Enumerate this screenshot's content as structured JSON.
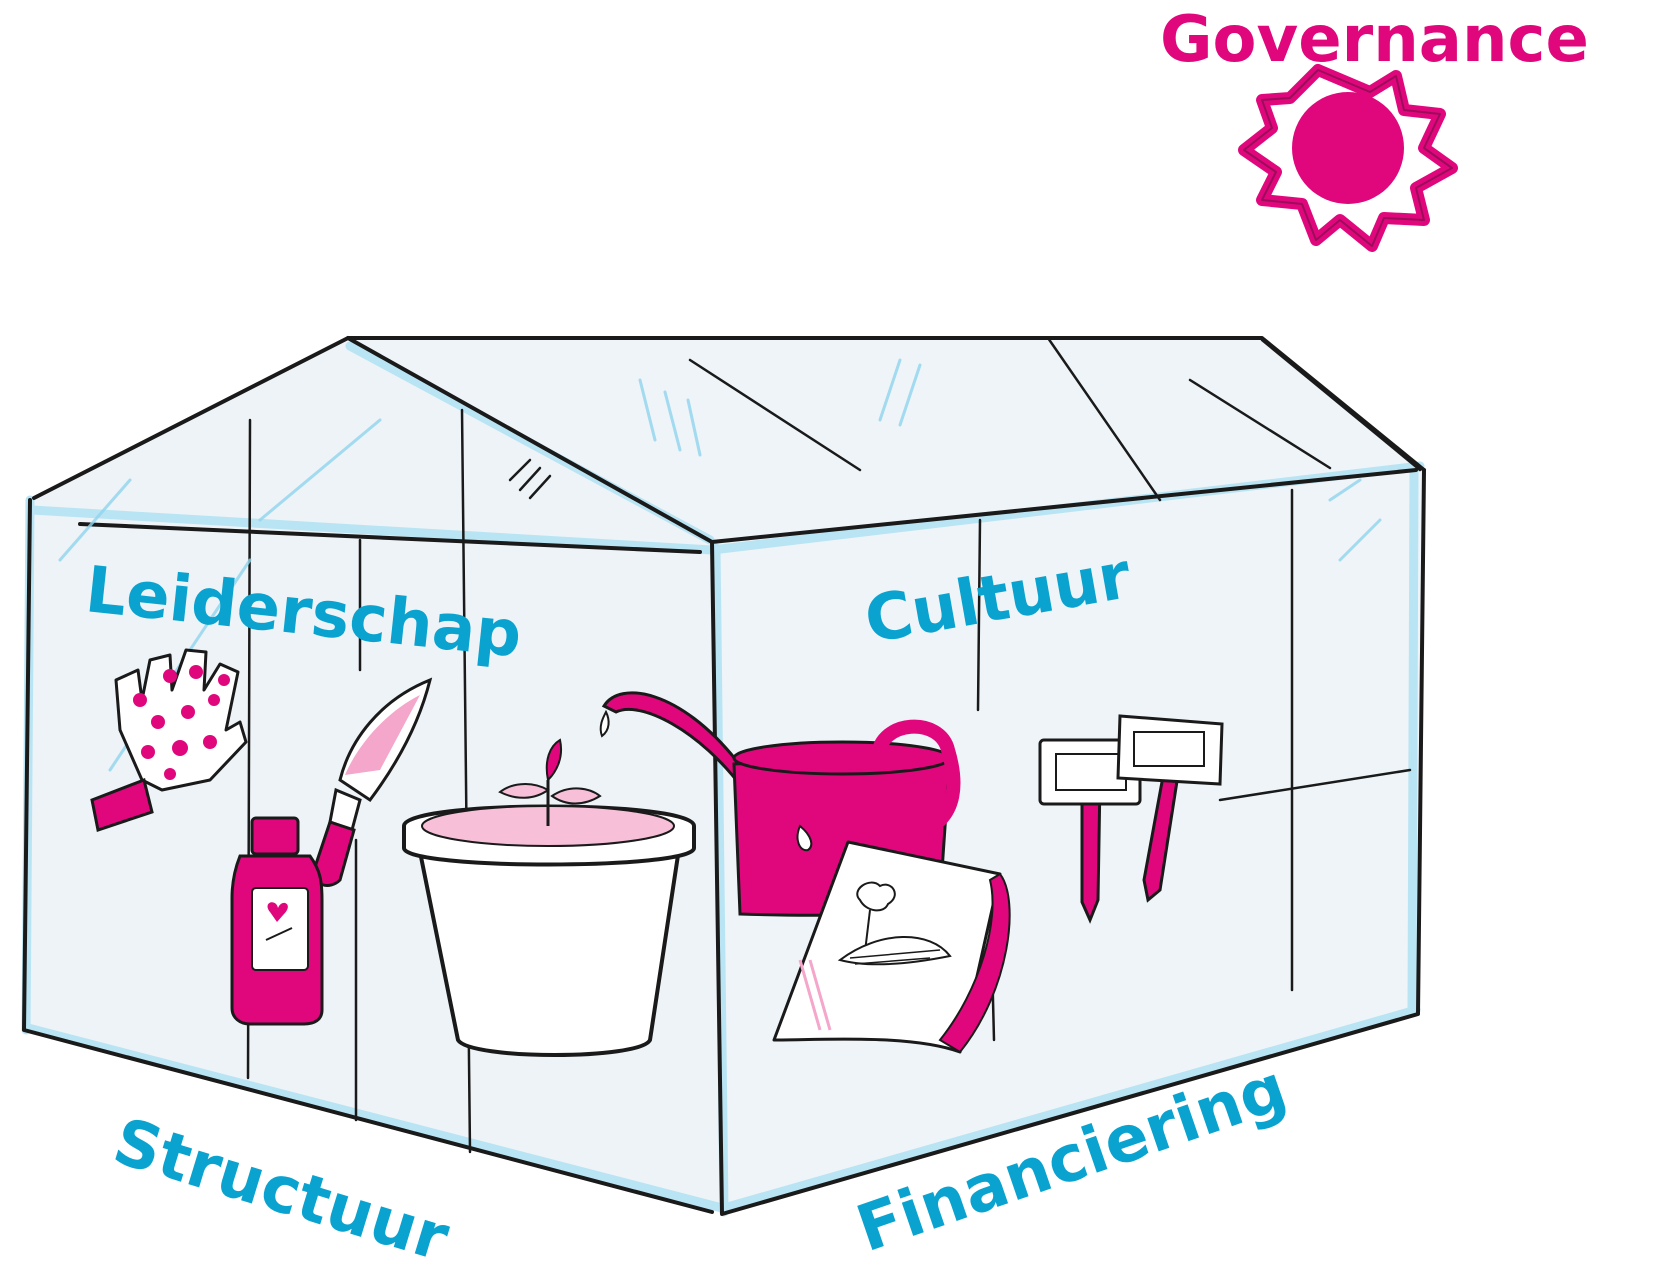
{
  "labels": {
    "governance": "Governance",
    "leiderschap": "Leiderschap",
    "cultuur": "Cultuur",
    "structuur": "Structuur",
    "financiering": "Financiering"
  },
  "colors": {
    "magenta": "#e0077d",
    "cyan": "#0aa3cf",
    "frame_blue": "#b9e4f3",
    "glass": "#edf3f7",
    "outline": "#1a1a1a"
  },
  "icons": [
    "sun-icon",
    "greenhouse-icon",
    "gardening-glove-icon",
    "garden-knife-icon",
    "bottle-icon",
    "plant-pot-icon",
    "watering-can-icon",
    "seed-packet-icon",
    "plant-marker-icon"
  ]
}
